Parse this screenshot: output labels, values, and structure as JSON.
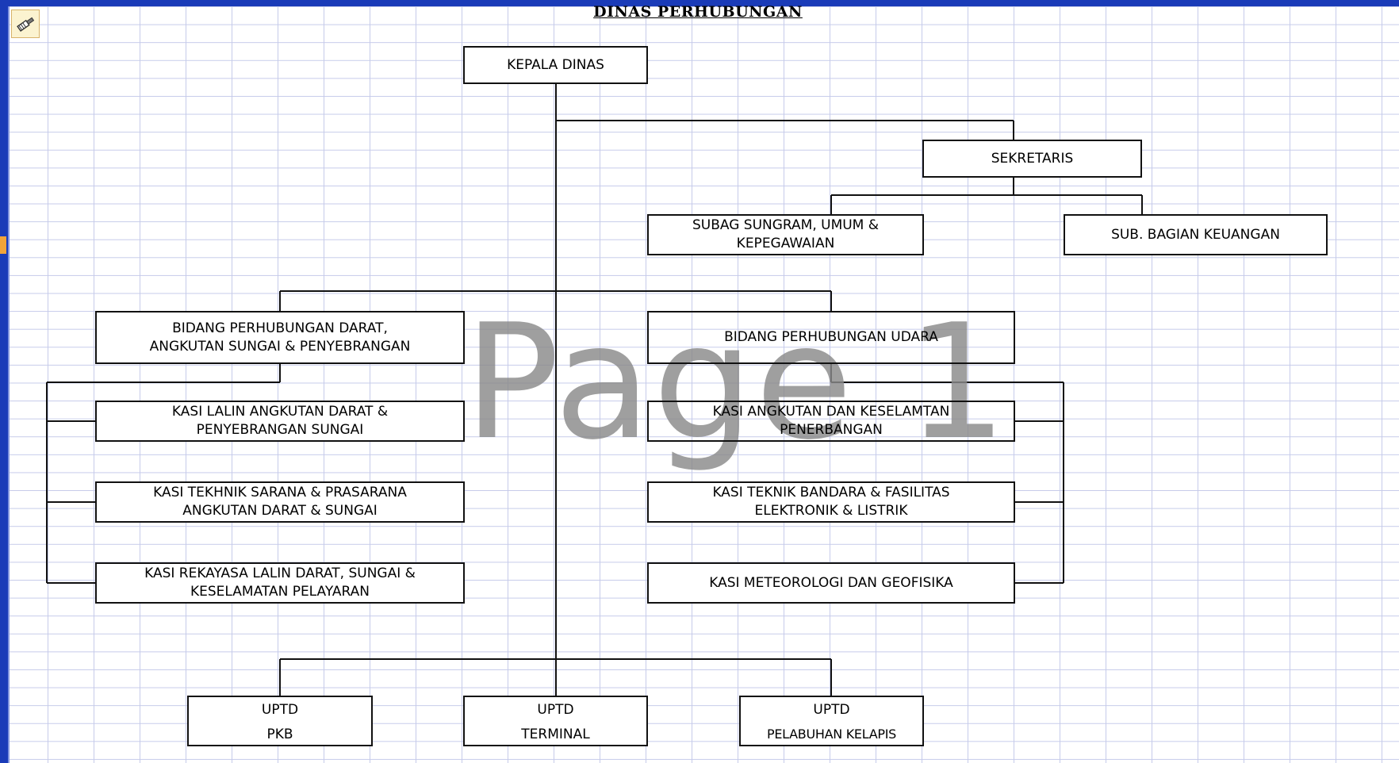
{
  "title": "DINAS PERHUBUNGAN",
  "watermark": "Page 1",
  "tool_icon": "paintbrush-icon",
  "nodes": {
    "kepala": "KEPALA DINAS",
    "sekretaris": "SEKRETARIS",
    "subag_umum": "SUBAG SUNGRAM, UMUM &\nKEPEGAWAIAN",
    "subag_keuangan": "SUB. BAGIAN KEUANGAN",
    "bidang_darat": "BIDANG PERHUBUNGAN DARAT,\nANGKUTAN SUNGAI & PENYEBRANGAN",
    "bidang_udara": "BIDANG PERHUBUNGAN UDARA",
    "kasi_lalin": "KASI LALIN ANGKUTAN DARAT &\nPENYEBRANGAN SUNGAI",
    "kasi_tekhnik": "KASI TEKHNIK SARANA & PRASARANA\nANGKUTAN DARAT & SUNGAI",
    "kasi_rekayasa": "KASI REKAYASA LALIN DARAT, SUNGAI &\nKESELAMATAN PELAYARAN",
    "kasi_angkutan_udara": "KASI ANGKUTAN DAN KESELAMTAN\nPENERBANGAN",
    "kasi_teknik_bandara": "KASI TEKNIK BANDARA & FASILITAS\nELEKTRONIK & LISTRIK",
    "kasi_meteorologi": "KASI METEOROLOGI DAN GEOFISIKA"
  },
  "uptd": [
    {
      "label": "UPTD",
      "name": "PKB"
    },
    {
      "label": "UPTD",
      "name": "TERMINAL"
    },
    {
      "label": "UPTD",
      "name": "PELABUHAN KELAPIS"
    }
  ]
}
